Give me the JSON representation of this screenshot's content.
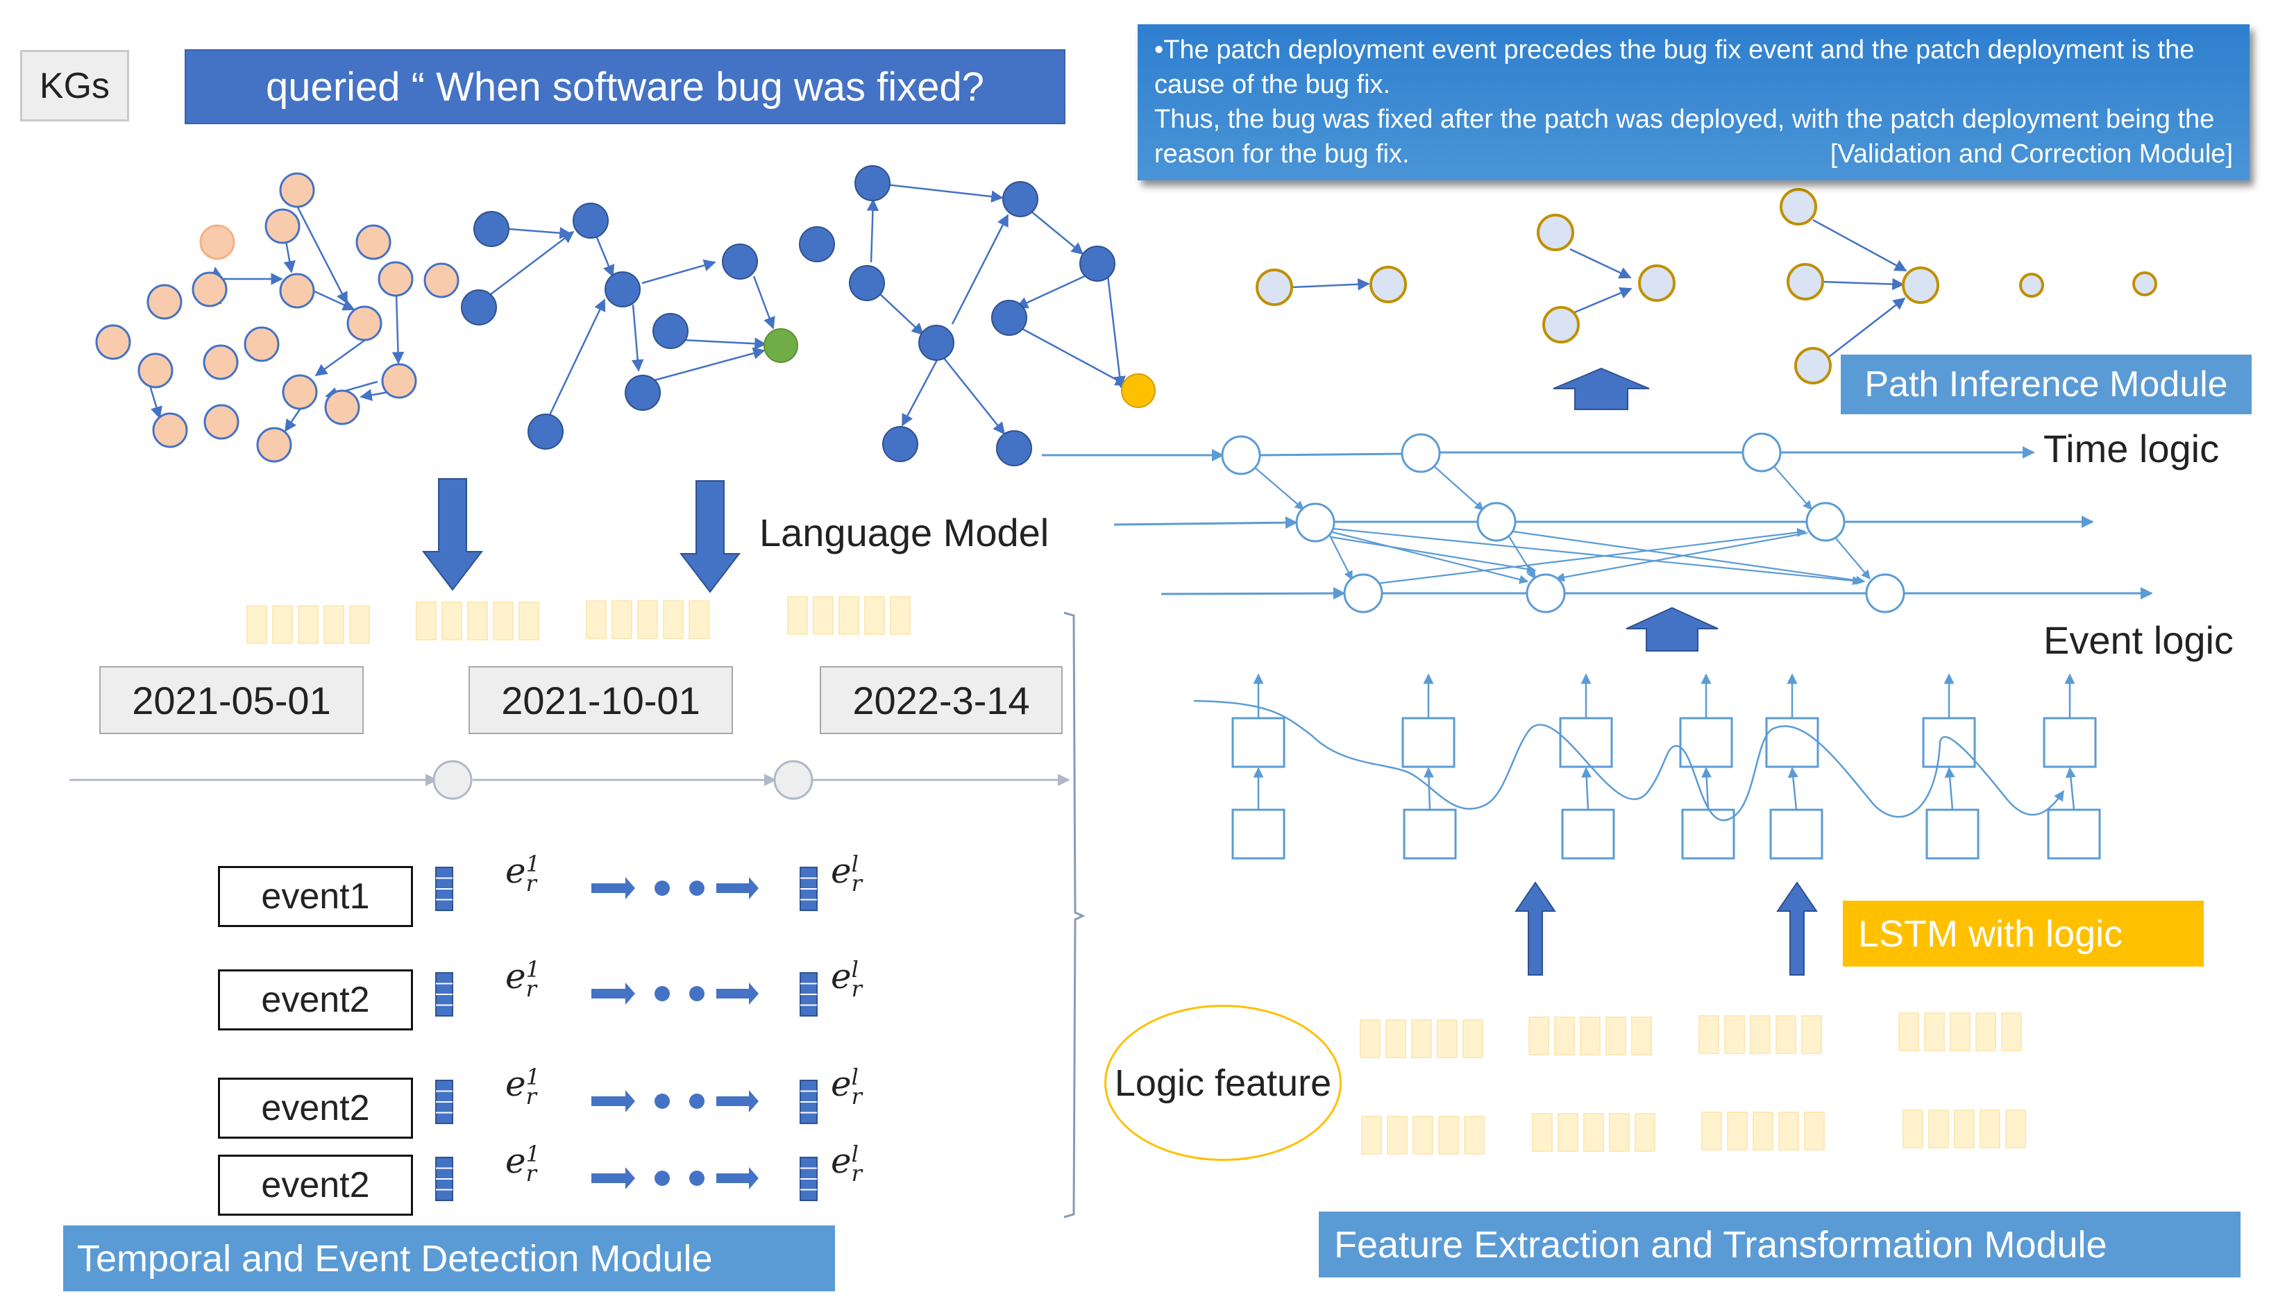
{
  "labels": {
    "kgs": "KGs",
    "query": "queried “ When software bug was fixed?",
    "explanation": {
      "line1": "•The patch deployment event  precedes the bug fix event and the patch deployment is the cause of the bug fix.",
      "line2": "Thus, the bug was fixed after the patch was deployed, with the patch deployment being the reason for the bug fix.",
      "tag": "[Validation and Correction Module]"
    },
    "path_inference": "Path Inference Module",
    "language_model": "Language Model",
    "time_logic": "Time logic",
    "event_logic": "Event logic",
    "lstm_logic": "LSTM with logic",
    "logic_feature": "Logic feature",
    "temporal_module": "Temporal and Event Detection Module",
    "feature_module": "Feature Extraction and Transformation Module"
  },
  "dates": [
    "2021-05-01",
    "2021-10-01",
    "2022-3-14"
  ],
  "events": [
    "event1",
    "event2",
    "event2",
    "event2"
  ],
  "embedding": {
    "base": "e",
    "sub": "r",
    "first_sup": "1",
    "last_sup": "l"
  },
  "colors": {
    "accent_blue": "#4472c4",
    "module_blue": "#5b9bd5",
    "node_orange": "#f8cbad",
    "node_orange_edge": "#e69a6e",
    "node_blue": "#4472c4",
    "node_green": "#70ad47",
    "node_gold": "#ffc000",
    "path_node_fill": "#dae3f3",
    "path_node_edge": "#bf9000",
    "lstm_orange": "#ffc000",
    "feature_token": "#fff2cc"
  }
}
